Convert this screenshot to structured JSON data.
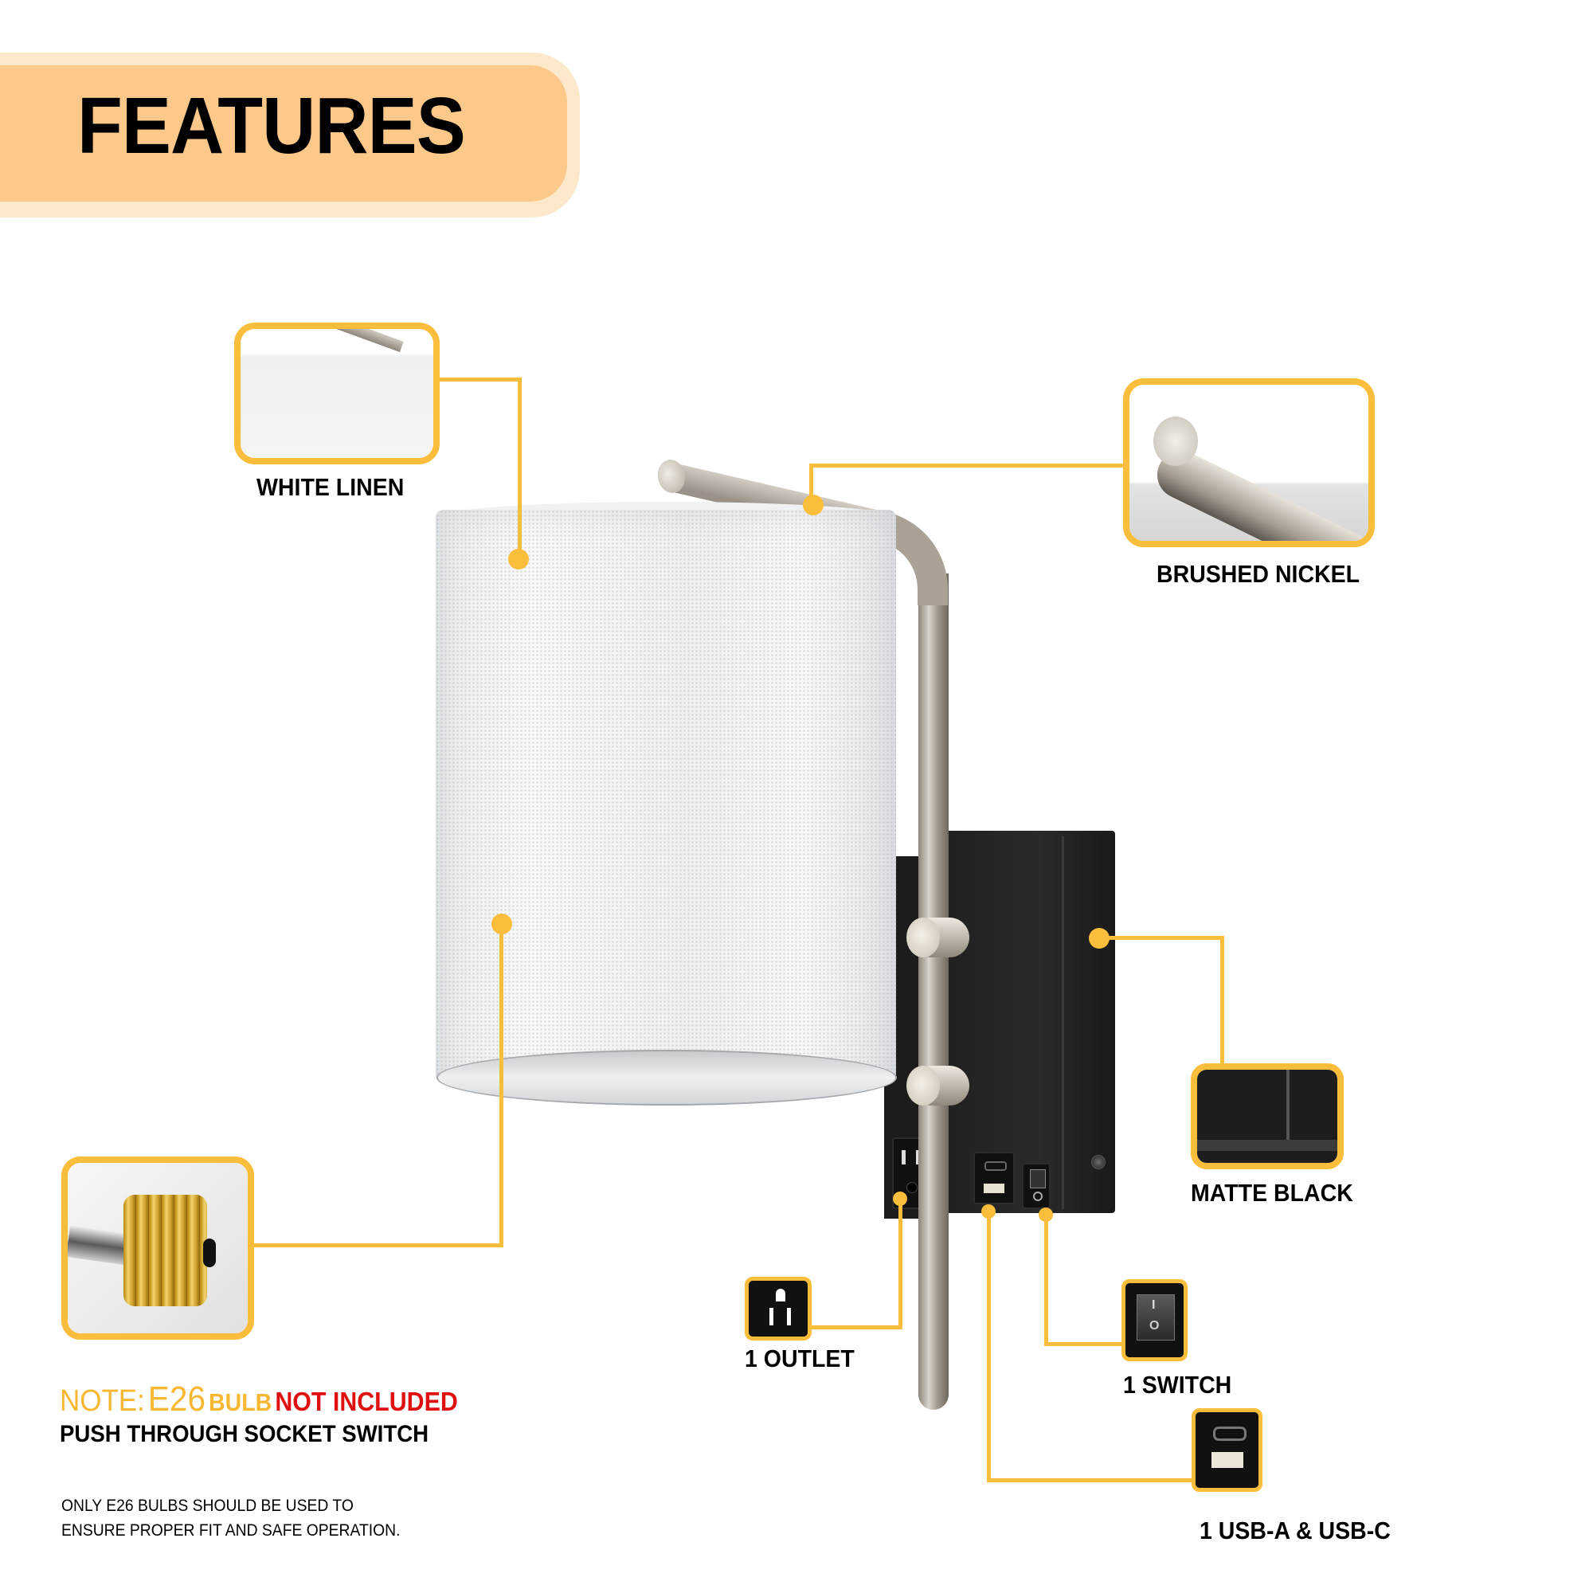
{
  "header": {
    "title": "FEATURES"
  },
  "colors": {
    "accent": "#fbbd3c",
    "banner_fill": "#fdc98a",
    "banner_outline": "#fee8cc",
    "warning_red": "#e01010",
    "note_orange": "#f7b731",
    "text": "#000000"
  },
  "callouts": {
    "white_linen": {
      "label": "WHITE LINEN",
      "icon": "linen-shade-thumbnail"
    },
    "brushed_nickel": {
      "label": "BRUSHED NICKEL",
      "icon": "nickel-arm-thumbnail"
    },
    "matte_black": {
      "label": "MATTE BLACK",
      "icon": "black-plate-thumbnail"
    },
    "bulb_socket": {
      "label": "",
      "icon": "e26-socket-thumbnail"
    },
    "outlet": {
      "label": "1 OUTLET",
      "icon": "outlet-icon"
    },
    "switch": {
      "label": "1 SWITCH",
      "icon": "rocker-switch-icon"
    },
    "usb": {
      "label": "1 USB-A & USB-C",
      "icon": "usb-port-icon"
    }
  },
  "note": {
    "prefix": "NOTE:",
    "bulb_type": "E26",
    "bulb_word": "BULB",
    "not_included": "NOT INCLUDED",
    "subline": "PUSH THROUGH SOCKET SWITCH",
    "disclaimer_line1": "ONLY E26 BULBS SHOULD BE USED TO",
    "disclaimer_line2": "ENSURE PROPER FIT AND SAFE OPERATION."
  },
  "switch_glyphs": {
    "on": "I",
    "off": "O"
  }
}
